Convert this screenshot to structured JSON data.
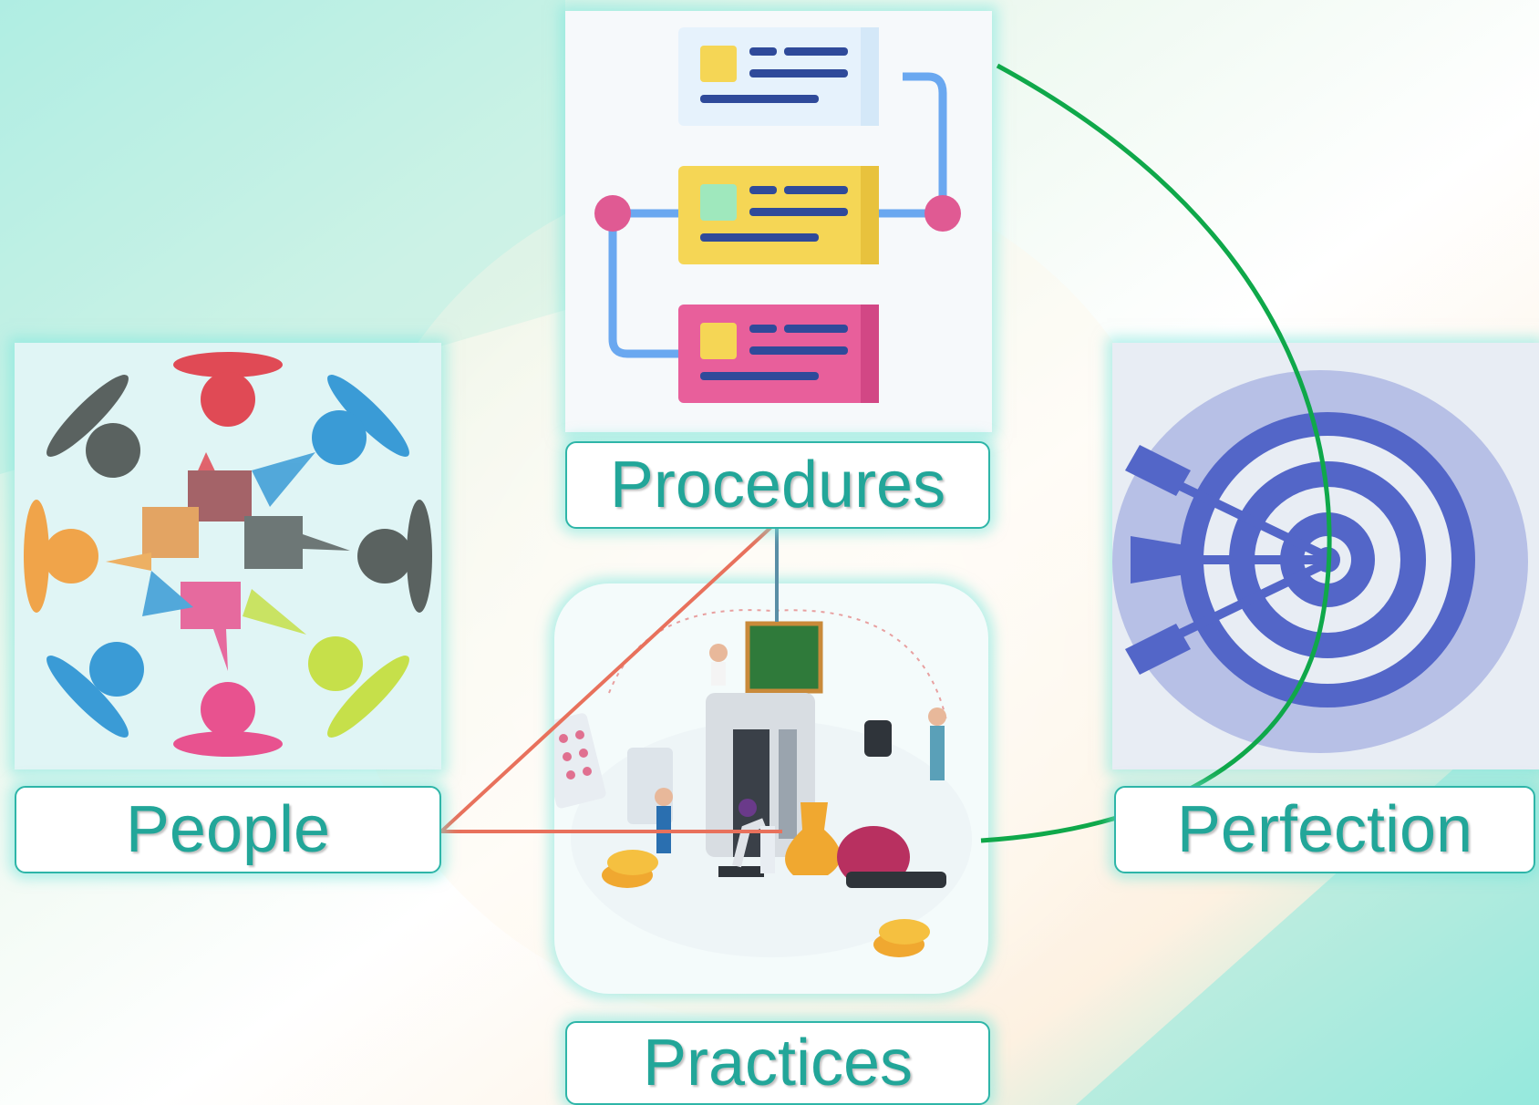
{
  "nodes": {
    "procedures": {
      "label": "Procedures",
      "icon": "flowchart-icon"
    },
    "people": {
      "label": "People",
      "icon": "community-chat-icon"
    },
    "perfection": {
      "label": "Perfection",
      "icon": "target-with-arrows-icon"
    },
    "practices": {
      "label": "Practices",
      "icon": "laboratory-scientists-icon"
    }
  },
  "colors": {
    "label_text": "#22a699",
    "card_border": "#2eb5a8",
    "glow": "#78e6dc",
    "arc_green": "#0fa84a",
    "triangle_red": "#e8715c",
    "connector_blue": "#5a8ea6",
    "bg_mint": "#bdf0e6",
    "bg_peach": "#fdeedd"
  }
}
